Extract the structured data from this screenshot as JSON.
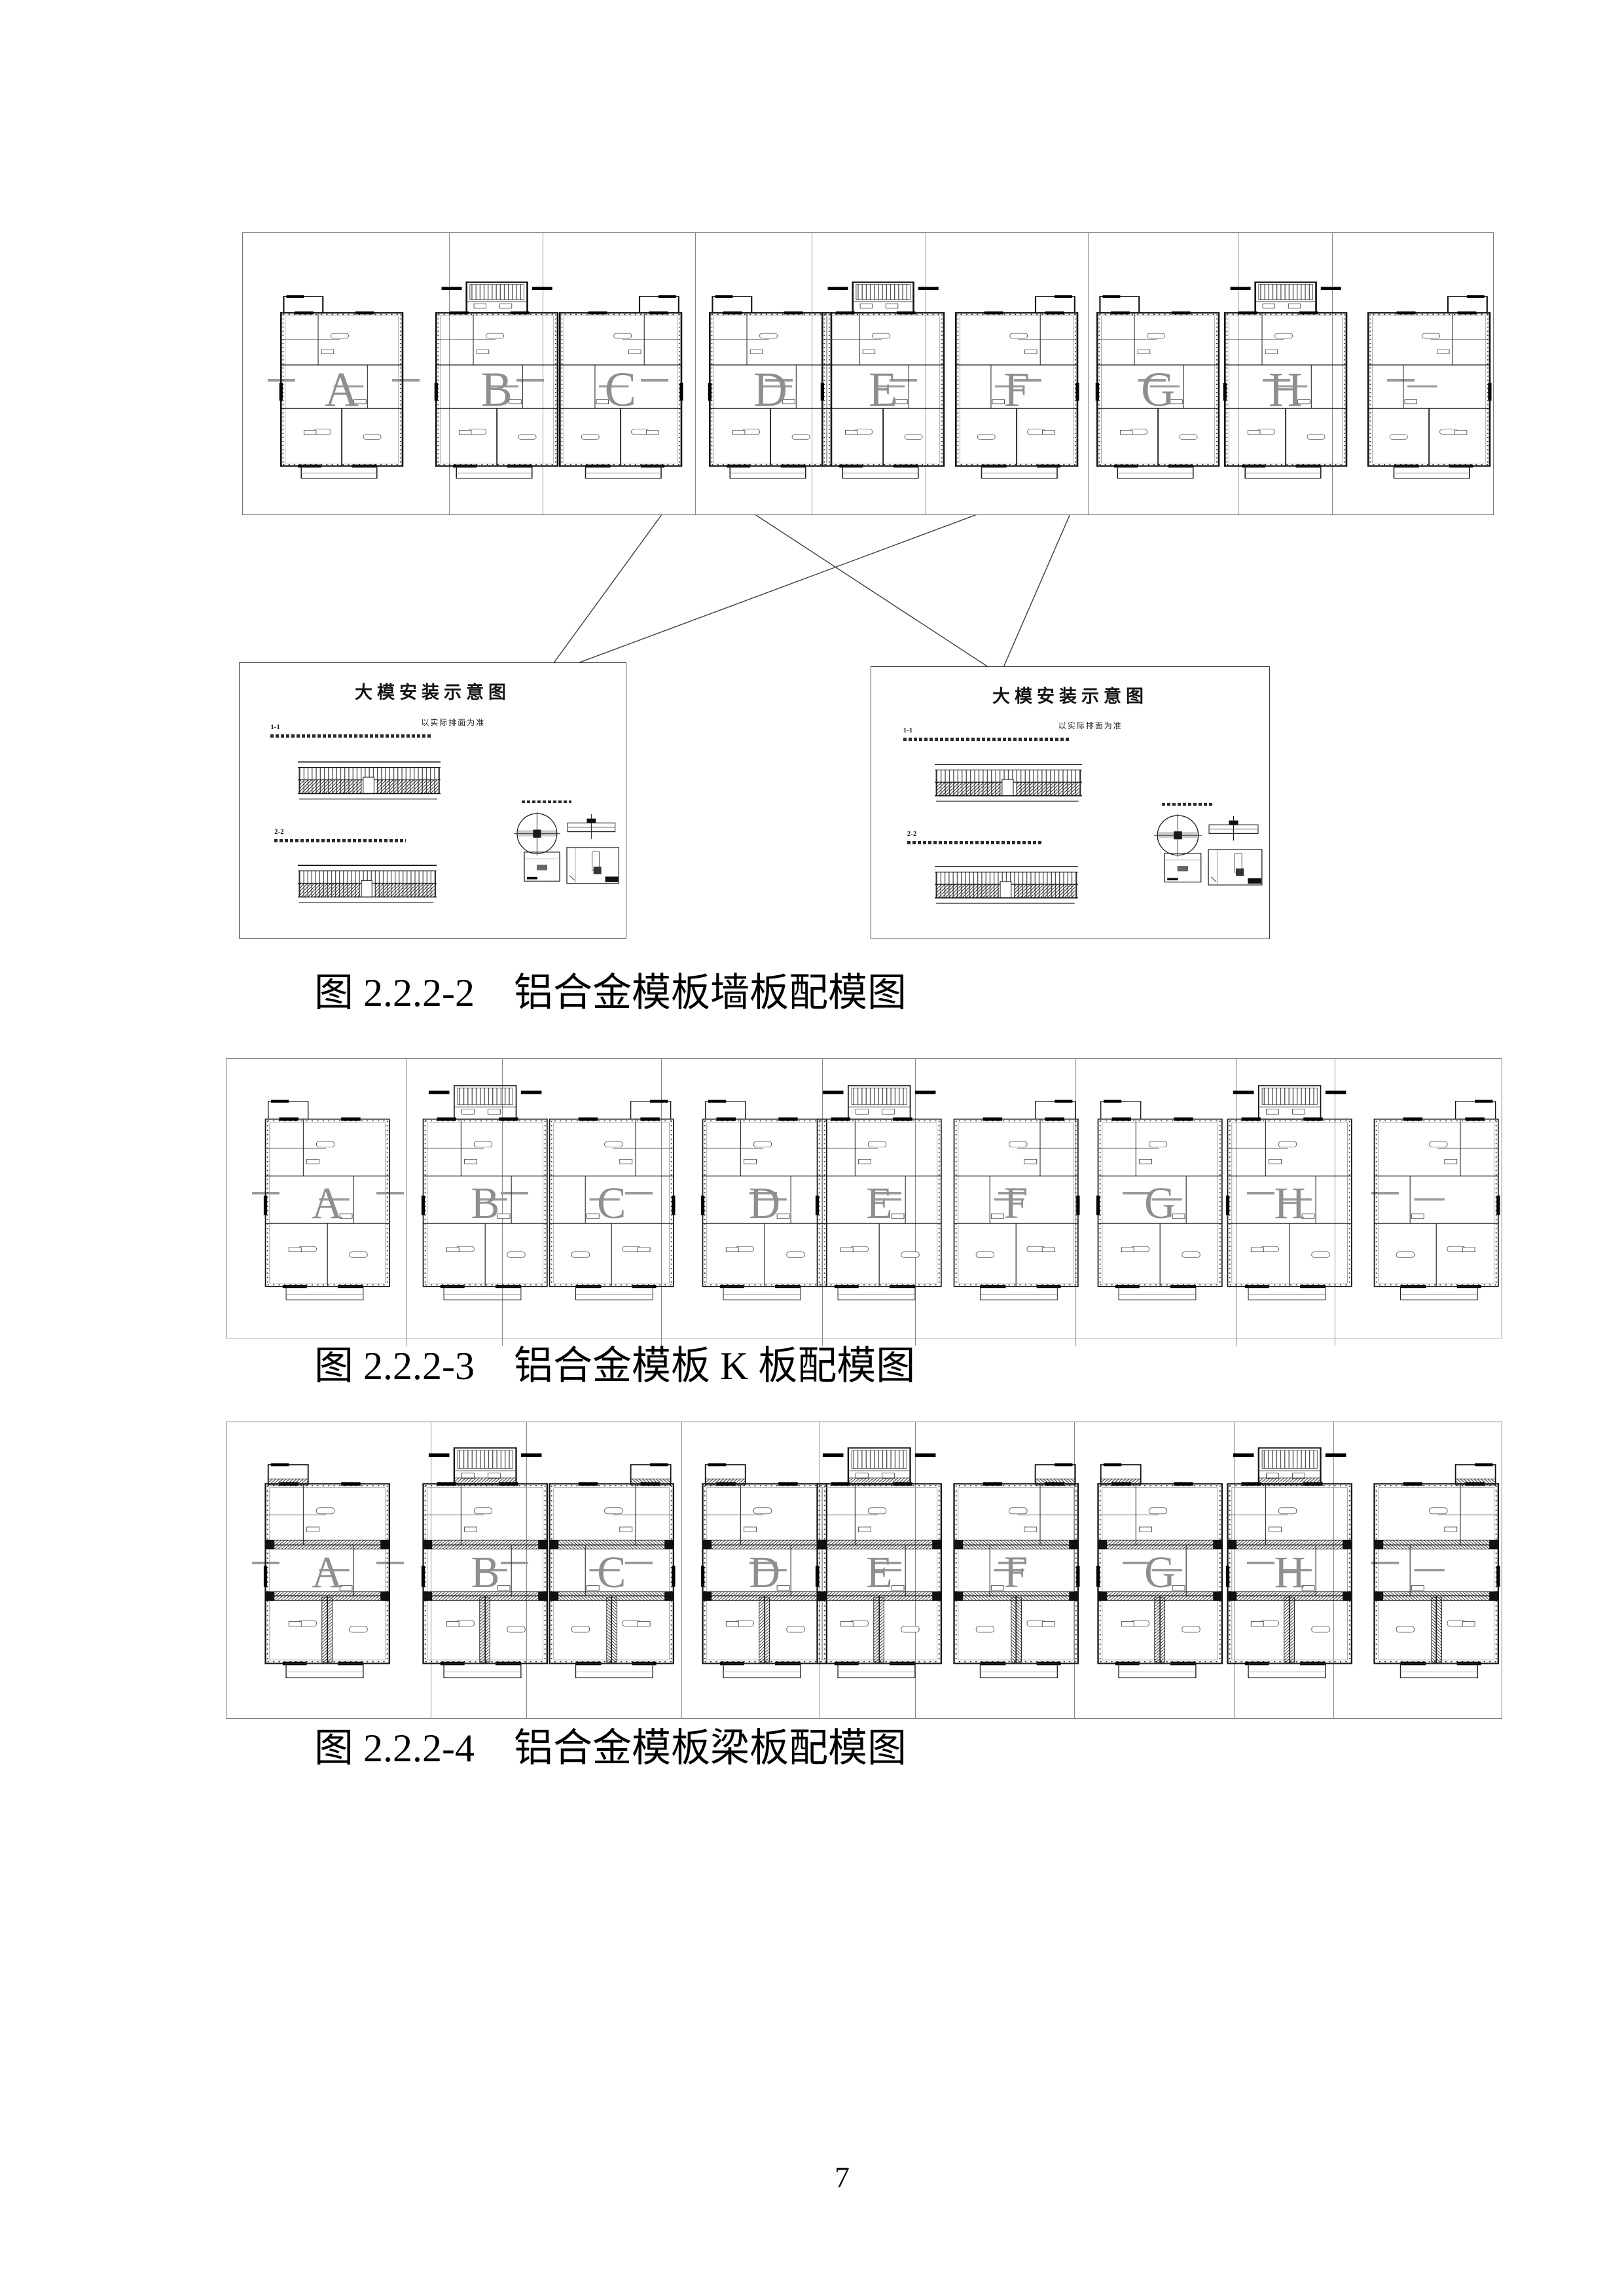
{
  "figures": [
    {
      "caption": "图 2.2.2-2　铝合金模板墙板配模图",
      "units": [
        "A",
        "B",
        "C",
        "D",
        "E",
        "F",
        "G",
        "H"
      ]
    },
    {
      "caption": "图 2.2.2-3　铝合金模板 K 板配模图",
      "units": [
        "A",
        "B",
        "C",
        "D",
        "E",
        "F",
        "G",
        "H"
      ]
    },
    {
      "caption": "图 2.2.2-4　铝合金模板梁板配模图",
      "units": [
        "A",
        "B",
        "C",
        "D",
        "E",
        "F",
        "G",
        "H"
      ]
    }
  ],
  "detail_boxes": [
    {
      "title": "大模安装示意图",
      "subtitle": "以实际排面为准",
      "section_labels": [
        "1-1",
        "2-2"
      ]
    },
    {
      "title": "大模安装示意图",
      "subtitle": "以实际排面为准",
      "section_labels": [
        "1-1",
        "2-2"
      ]
    }
  ],
  "page_number": "7"
}
